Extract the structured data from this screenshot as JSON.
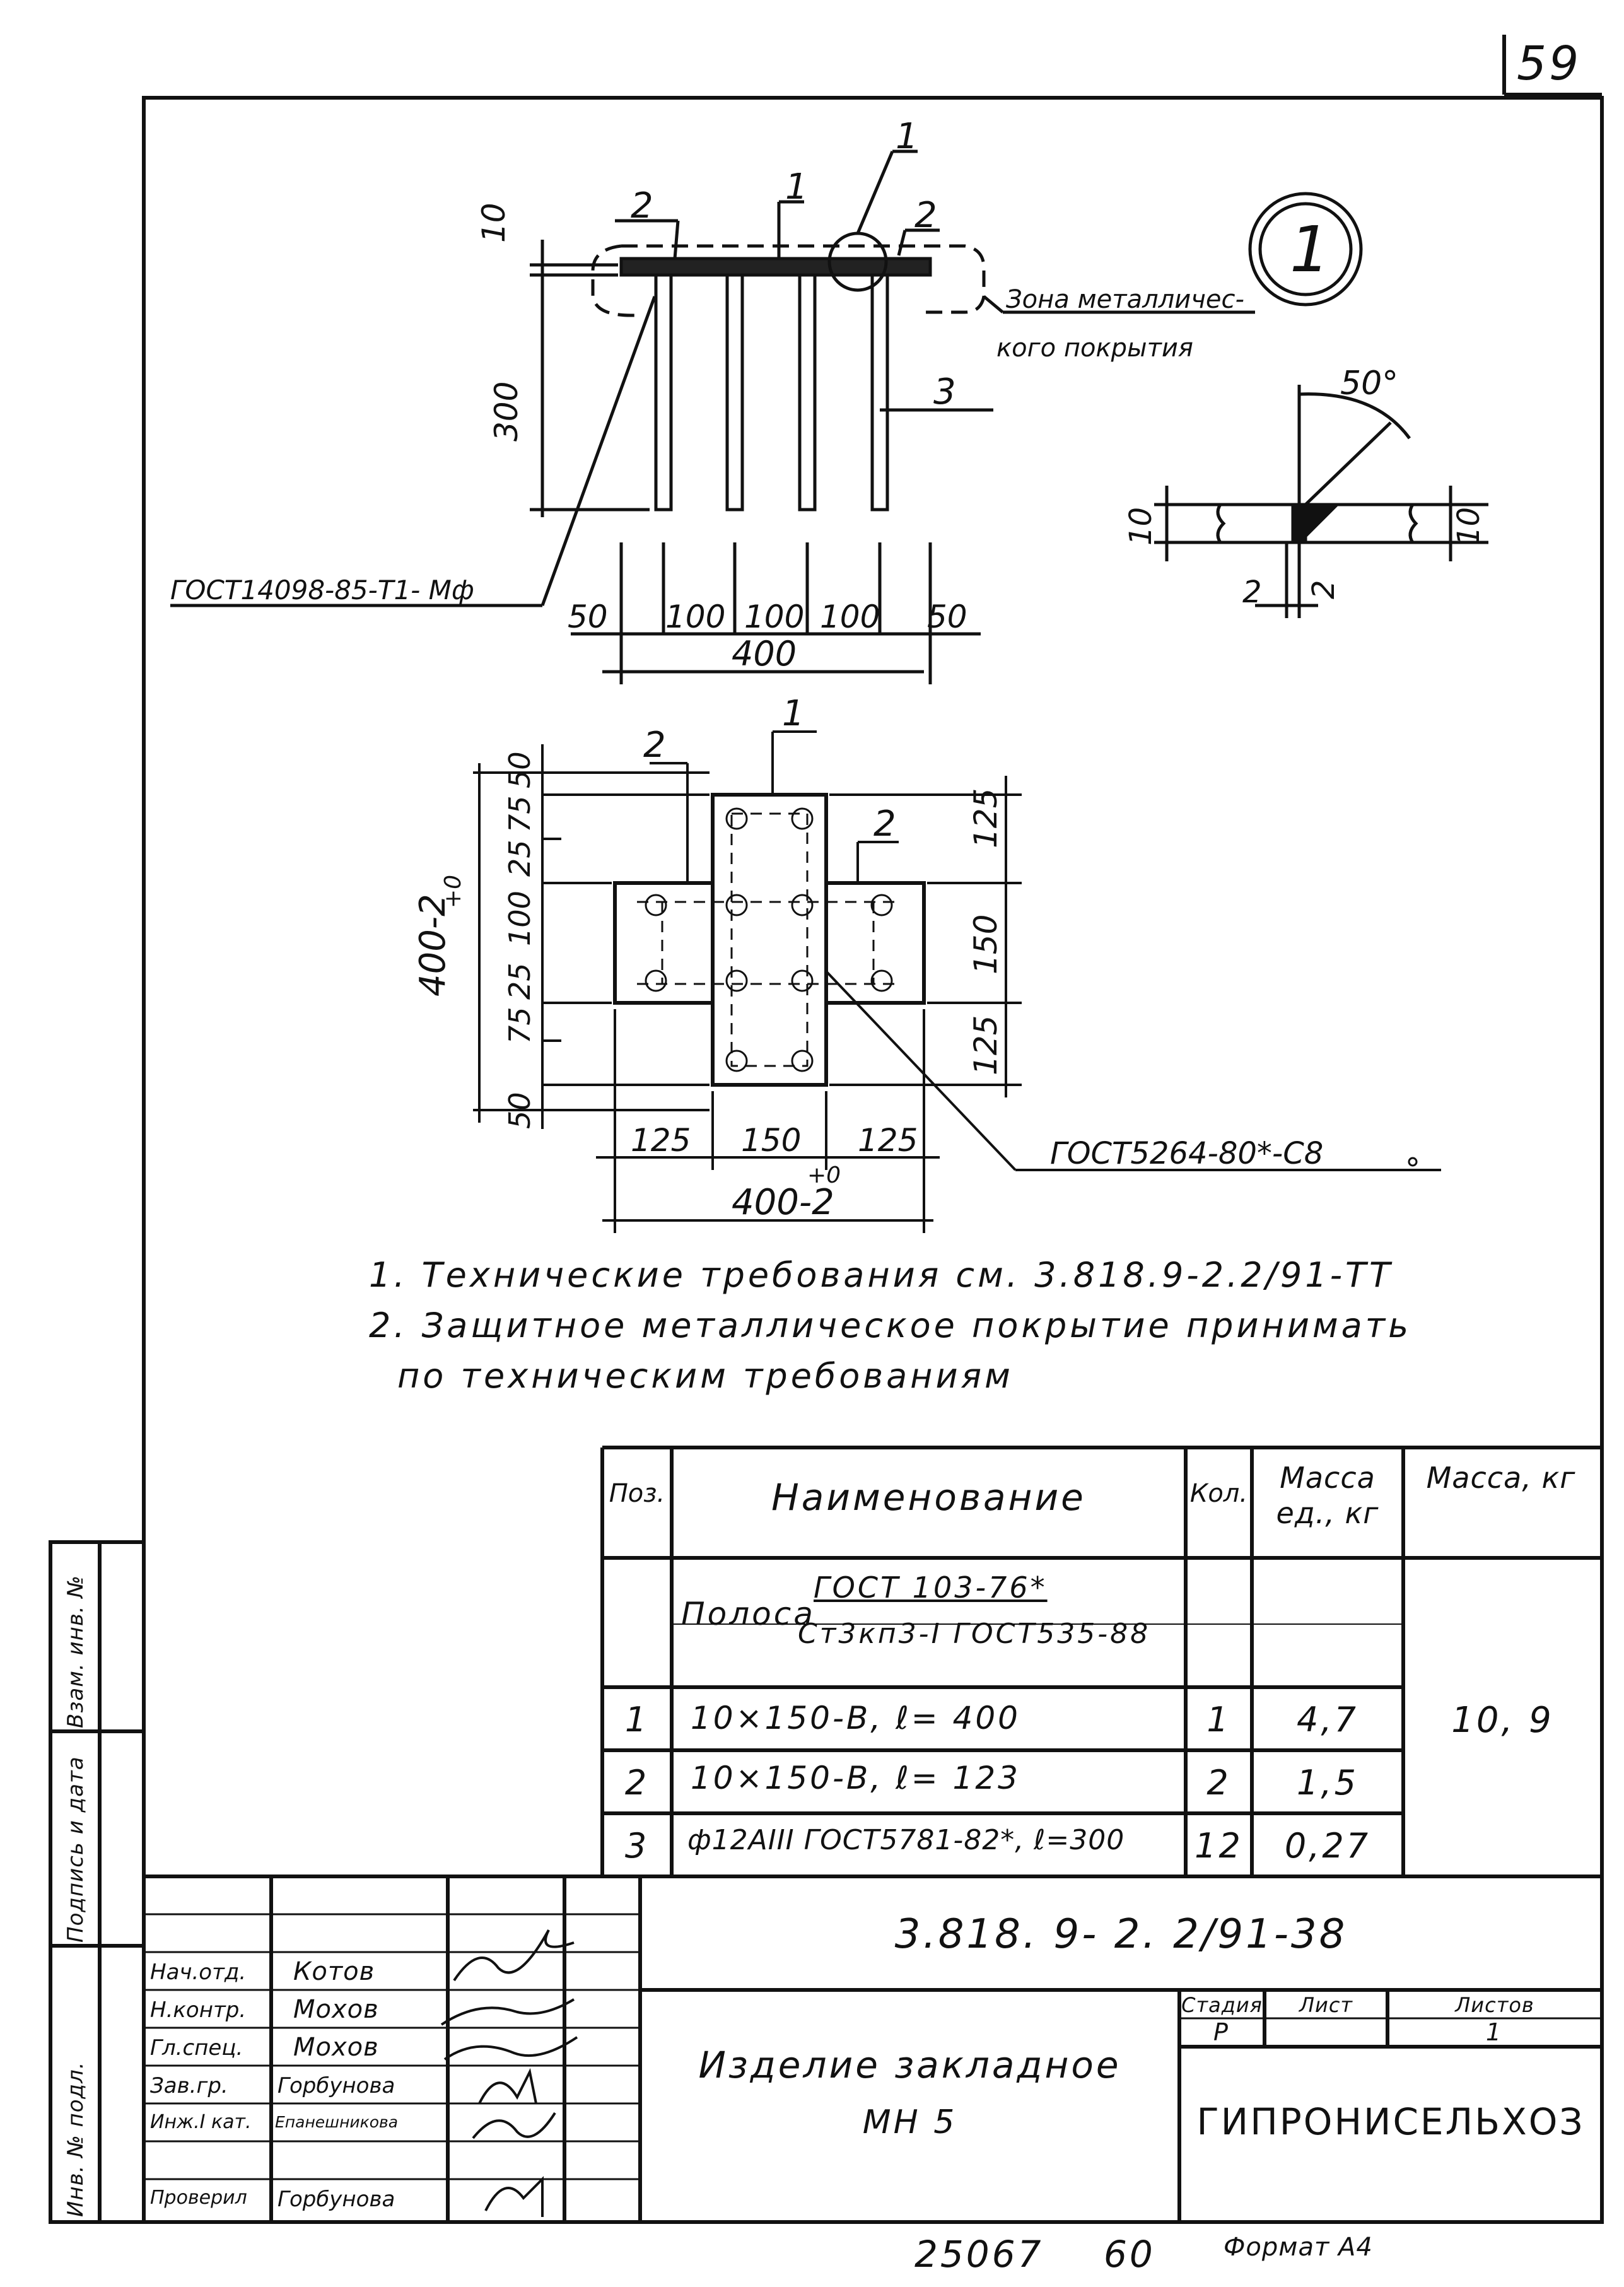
{
  "page_number": "59",
  "bottom": {
    "inv_left": "25067",
    "inv_right": "60",
    "format": "Формат А4"
  },
  "drawing": {
    "circle_label": "1",
    "zone_text_1": "Зона металличес-",
    "zone_text_2": "кого покрытия",
    "weld_top": "ГОСТ14098-85-Т1- Мф",
    "weld_plan": "ГОСТ5264-80*-С8",
    "front_dims": {
      "h_top": "10",
      "h_anchor": "300",
      "d1": "50",
      "d2": "100",
      "d3": "100",
      "d4": "100",
      "d5": "50",
      "total": "400"
    },
    "front_callouts": {
      "c1": "1",
      "c2": "1",
      "c3": "2",
      "c4": "2",
      "c5": "3"
    },
    "section_dims": {
      "angle": "50°",
      "t_left": "10",
      "t_right": "10",
      "gap1": "2",
      "gap2": "2"
    },
    "plan_dims": {
      "v_total": "400-2",
      "v_tol": "+0",
      "v1": "50",
      "v2": "75",
      "v3": "25",
      "v4": "100",
      "v5": "25",
      "v6": "75",
      "v7": "50",
      "r1": "125",
      "r2": "150",
      "r3": "125",
      "h1": "125",
      "h2": "150",
      "h3": "125",
      "h_total": "400-2",
      "h_tol": "+0"
    },
    "plan_callouts": {
      "c1": "1",
      "c2": "2",
      "c3": "2"
    }
  },
  "notes": [
    "1. Технические требования см. 3.818.9-2.2/91-ТТ",
    "2. Защитное металлическое покрытие принимать",
    "по техническим требованиям"
  ],
  "spec_table": {
    "headers": {
      "pos": "Поз.",
      "name": "Наименование",
      "qty": "Кол.",
      "mass_unit": "Масса ед., кг",
      "mass": "Масса, кг"
    },
    "group": {
      "prefix": "Полоса",
      "top": "ГОСТ 103-76*",
      "bottom": "Ст3кп3-I ГОСТ535-88"
    },
    "rows": [
      {
        "pos": "1",
        "name": "10×150-В,  ℓ= 400",
        "qty": "1",
        "mass_unit": "4,7"
      },
      {
        "pos": "2",
        "name": "10×150-В,  ℓ= 123",
        "qty": "2",
        "mass_unit": "1,5"
      },
      {
        "pos": "3",
        "name": "ф12АIII ГОСТ5781-82*, ℓ=300",
        "qty": "12",
        "mass_unit": "0,27"
      }
    ],
    "total_mass": "10, 9"
  },
  "title_block": {
    "doc_code": "3.818. 9- 2. 2/91-38",
    "title_line1": "Изделие закладное",
    "title_line2": "МН 5",
    "stage_header": "Стадия",
    "sheet_header": "Лист",
    "sheets_header": "Листов",
    "stage": "Р",
    "sheets": "1",
    "org": "ГИПРОНИСЕЛЬХОЗ",
    "people": [
      {
        "role": "Нач.отд.",
        "name": "Котов"
      },
      {
        "role": "Н.контр.",
        "name": "Мохов"
      },
      {
        "role": "Гл.спец.",
        "name": "Мохов"
      },
      {
        "role": "Зав.гр.",
        "name": "Горбунова"
      },
      {
        "role": "Инж.I кат.",
        "name": "Епанешникова"
      },
      {
        "role": "Проверил",
        "name": "Горбунова"
      }
    ]
  },
  "side_stamps": {
    "s1": "Взам. инв. №",
    "s2": "Подпись и дата",
    "s3": "Инв. № подл."
  }
}
